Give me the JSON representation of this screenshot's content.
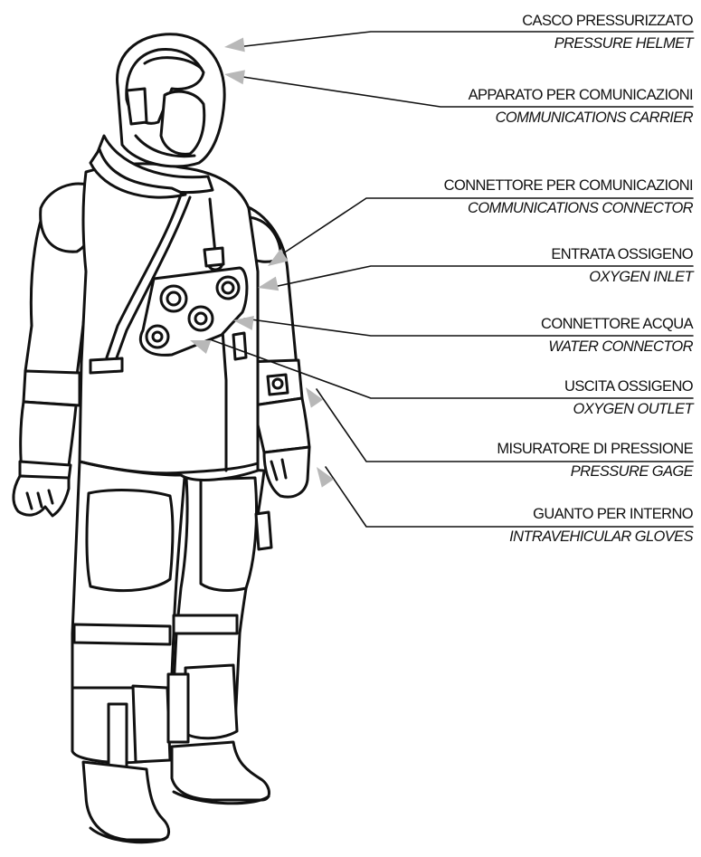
{
  "callouts": [
    {
      "it": "CASCO PRESSURIZZATO",
      "en": "PRESSURE HELMET"
    },
    {
      "it": "APPARATO PER COMUNICAZIONI",
      "en": "COMMUNICATIONS CARRIER"
    },
    {
      "it": "CONNETTORE PER COMUNICAZIONI",
      "en": "COMMUNICATIONS CONNECTOR"
    },
    {
      "it": "ENTRATA OSSIGENO",
      "en": "OXYGEN INLET"
    },
    {
      "it": "CONNETTORE ACQUA",
      "en": "WATER CONNECTOR"
    },
    {
      "it": "USCITA OSSIGENO",
      "en": "OXYGEN OUTLET"
    },
    {
      "it": "MISURATORE DI PRESSIONE",
      "en": "PRESSURE GAGE"
    },
    {
      "it": "GUANTO PER INTERNO",
      "en": "INTRAVEHICULAR GLOVES"
    }
  ],
  "colors": {
    "ink": "#111111",
    "arrow": "#b8b8b8",
    "paper": "#ffffff"
  }
}
